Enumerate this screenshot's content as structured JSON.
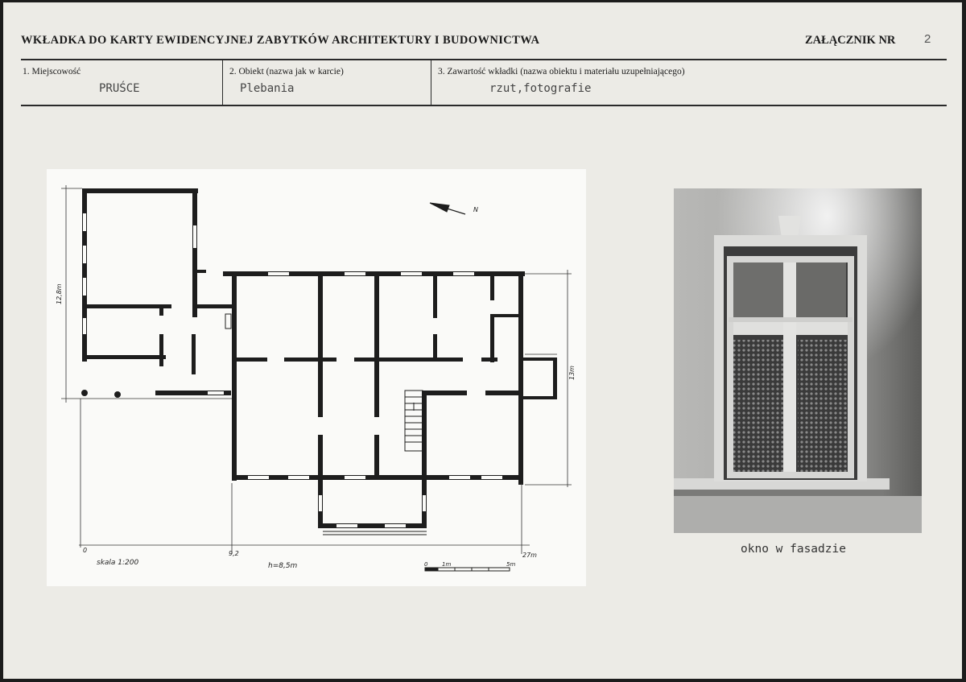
{
  "header": {
    "title": "WKŁADKA DO KARTY EWIDENCYJNEJ ZABYTKÓW ARCHITEKTURY I BUDOWNICTWA",
    "attachment_label": "ZAŁĄCZNIK NR",
    "attachment_number": "2"
  },
  "fields": [
    {
      "label": "1. Miejscowość",
      "value": "PRUŚCE"
    },
    {
      "label": "2. Obiekt (nazwa jak w karcie)",
      "value": "Plebania"
    },
    {
      "label": "3. Zawartość wkładki (nazwa obiektu i materiału uzupełniającego)",
      "value": "rzut,fotografie"
    }
  ],
  "plan": {
    "north": "N",
    "dim_height": "12,8m",
    "dim_right": "13m",
    "x_tick_0": "0",
    "x_tick_mid": "9,2",
    "x_tick_end": "27m",
    "scale": "skala 1:200",
    "height_note": "h=8,5m",
    "scalebar_0": "0",
    "scalebar_1m": "1m",
    "scalebar_5m": "5m"
  },
  "photo": {
    "caption": "okno w fasadzie"
  }
}
